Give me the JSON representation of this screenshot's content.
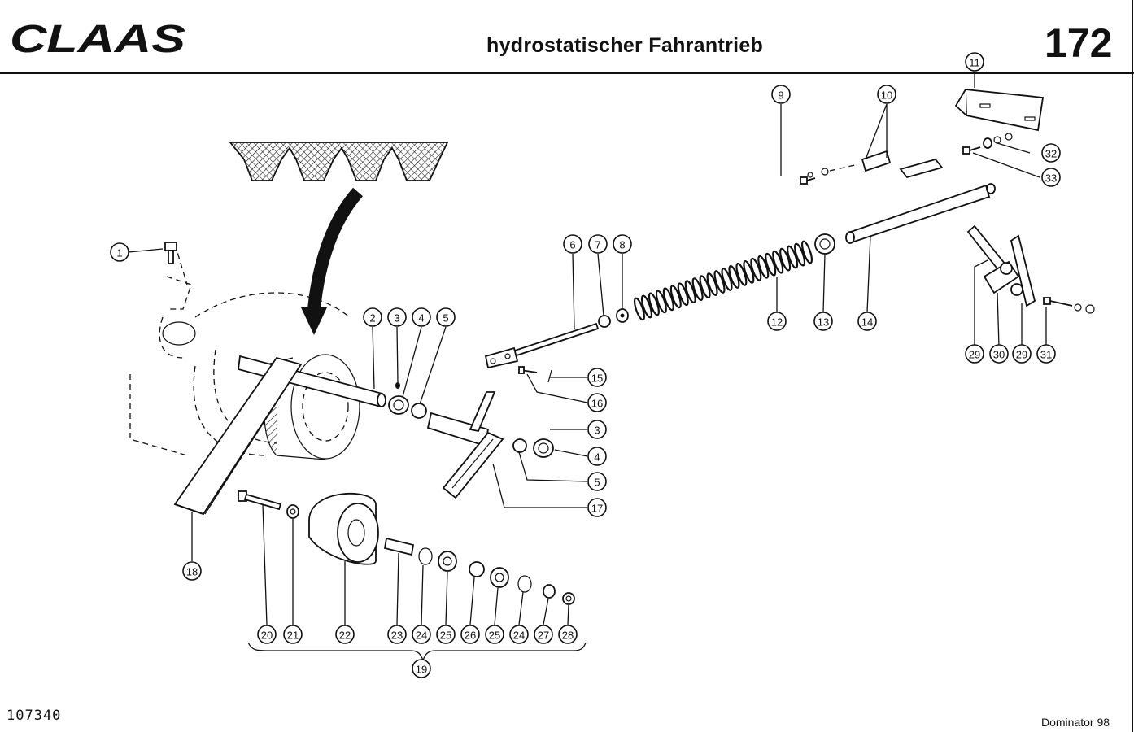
{
  "header": {
    "brand": "CLAAS",
    "title": "hydrostatischer Fahrantrieb",
    "page_number": "172"
  },
  "footer": {
    "document_number": "107340",
    "model": "Dominator 98"
  },
  "callouts": [
    {
      "label": "1"
    },
    {
      "label": "2"
    },
    {
      "label": "3"
    },
    {
      "label": "4"
    },
    {
      "label": "5"
    },
    {
      "label": "6"
    },
    {
      "label": "7"
    },
    {
      "label": "8"
    },
    {
      "label": "9"
    },
    {
      "label": "10"
    },
    {
      "label": "11"
    },
    {
      "label": "12"
    },
    {
      "label": "13"
    },
    {
      "label": "14"
    },
    {
      "label": "15"
    },
    {
      "label": "16"
    },
    {
      "label": "3"
    },
    {
      "label": "4"
    },
    {
      "label": "5"
    },
    {
      "label": "17"
    },
    {
      "label": "18"
    },
    {
      "label": "20"
    },
    {
      "label": "21"
    },
    {
      "label": "22"
    },
    {
      "label": "23"
    },
    {
      "label": "24"
    },
    {
      "label": "25"
    },
    {
      "label": "26"
    },
    {
      "label": "25"
    },
    {
      "label": "24"
    },
    {
      "label": "27"
    },
    {
      "label": "28"
    },
    {
      "label": "19"
    },
    {
      "label": "29"
    },
    {
      "label": "30"
    },
    {
      "label": "29"
    },
    {
      "label": "31"
    },
    {
      "label": "32"
    },
    {
      "label": "33"
    }
  ]
}
